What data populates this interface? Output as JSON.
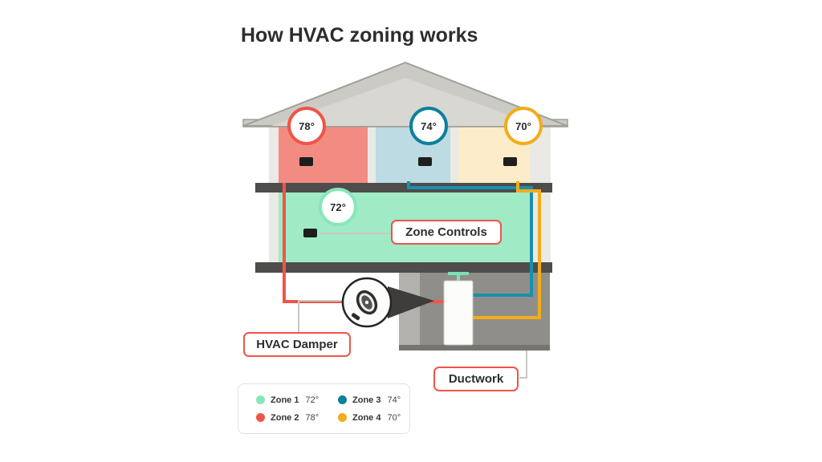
{
  "title": "How HVAC zoning works",
  "colors": {
    "accent_red": "#f0544a"
  },
  "zones": {
    "zone1": {
      "label": "Zone 1",
      "temp": "72°",
      "color": "#86e7ba",
      "room": "#a0ebc5",
      "pipe": "#7de0b3"
    },
    "zone2": {
      "label": "Zone 2",
      "temp": "78°",
      "color": "#f0544a",
      "room": "#f28c83",
      "pipe": "#f0544a"
    },
    "zone3": {
      "label": "Zone 3",
      "temp": "74°",
      "color": "#0d7f9e",
      "room": "#bcdbe2",
      "pipe": "#1a8fae"
    },
    "zone4": {
      "label": "Zone 4",
      "temp": "70°",
      "color": "#f3ac19",
      "room": "#fcecc9",
      "pipe": "#f3ac19"
    }
  },
  "callouts": {
    "zone_controls": "Zone Controls",
    "hvac_damper": "HVAC Damper",
    "ductwork": "Ductwork"
  }
}
